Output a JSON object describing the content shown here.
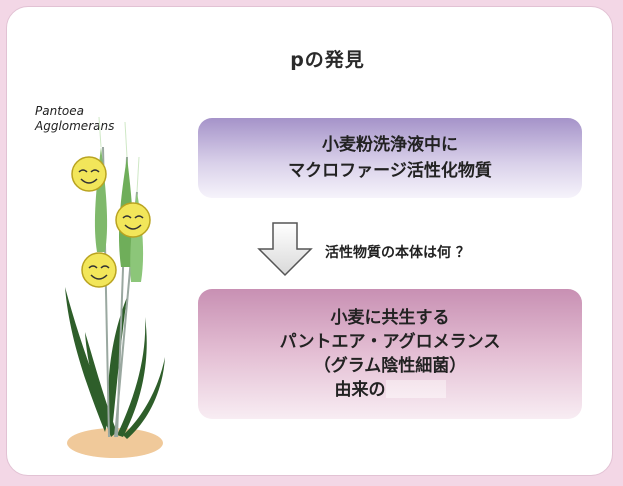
{
  "title": {
    "text": "pの発見"
  },
  "caption": {
    "line1": "Pantoea",
    "line2": "Agglomerans"
  },
  "box_top": {
    "line1": "小麦粉洗浄液中に",
    "line2": "マクロファージ活性化物質"
  },
  "question": {
    "text": "活性物質の本体は何 ？"
  },
  "box_bottom": {
    "line1": "小麦に共生する",
    "line2": "パントエア・アグロメランス",
    "line3": "（グラム陰性細菌）",
    "line4": "由来の"
  },
  "colors": {
    "page_bg": "#f3d7e6",
    "box_top": "#a593c9",
    "box_bottom": "#c890b3",
    "face": "#f2e65a",
    "stem": "#2e5e2a",
    "ground": "#f0c99a"
  }
}
